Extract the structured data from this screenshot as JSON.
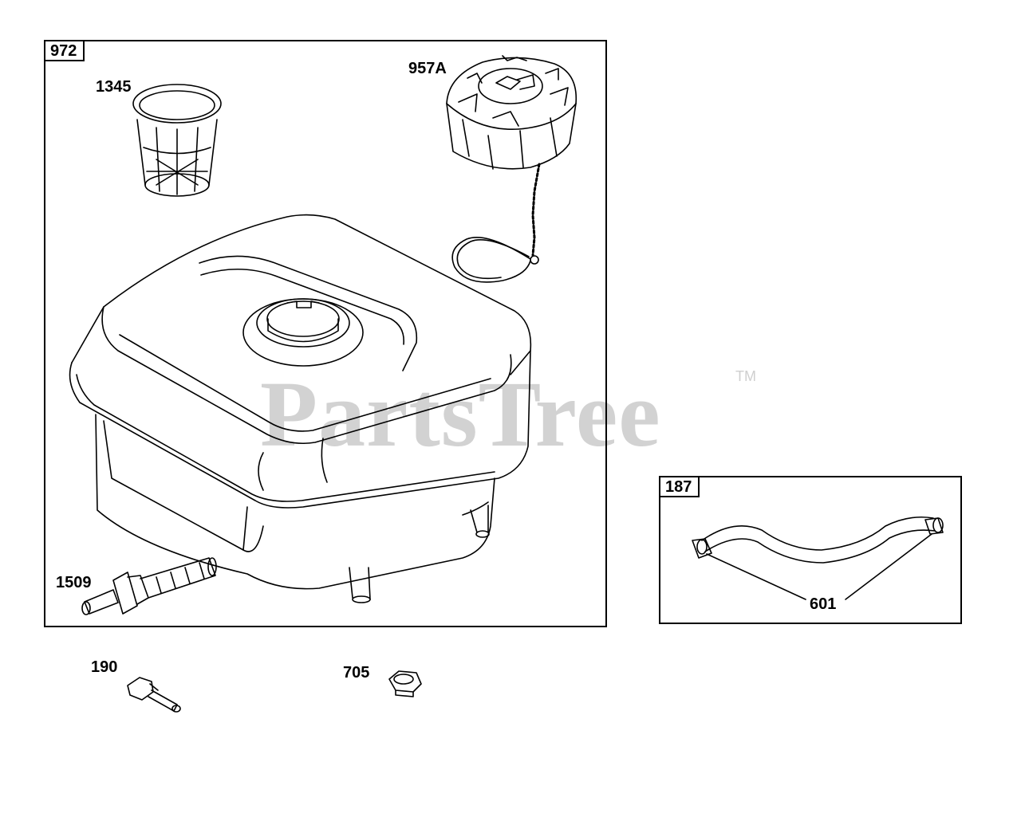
{
  "watermark": {
    "text": "PartsTree",
    "trademark": "TM"
  },
  "assemblies": [
    {
      "id": "972"
    },
    {
      "id": "187"
    }
  ],
  "callouts": {
    "filter": "1345",
    "cap": "957A",
    "valve": "1509",
    "bolt": "190",
    "nut": "705",
    "hose": "601"
  },
  "colors": {
    "line": "#000000",
    "watermark": "#d2d2d2",
    "background": "#ffffff"
  }
}
